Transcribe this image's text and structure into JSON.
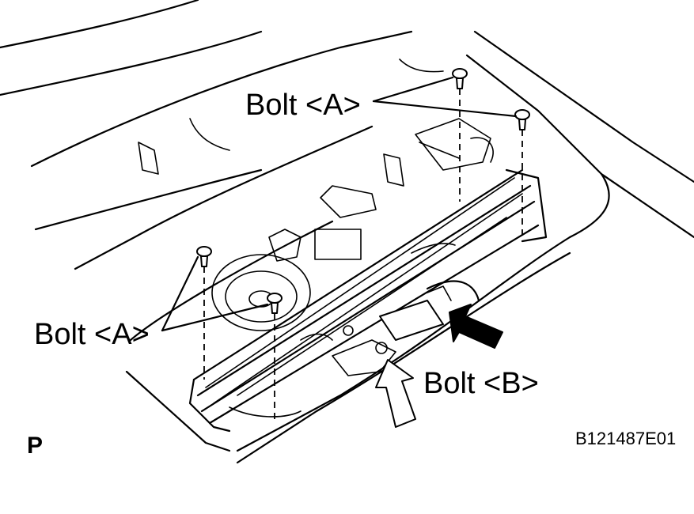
{
  "labels": {
    "bolt_a_top": "Bolt <A>",
    "bolt_a_left": "Bolt <A>",
    "bolt_b": "Bolt <B>",
    "view_letter": "P",
    "figure_code": "B121487E01"
  }
}
